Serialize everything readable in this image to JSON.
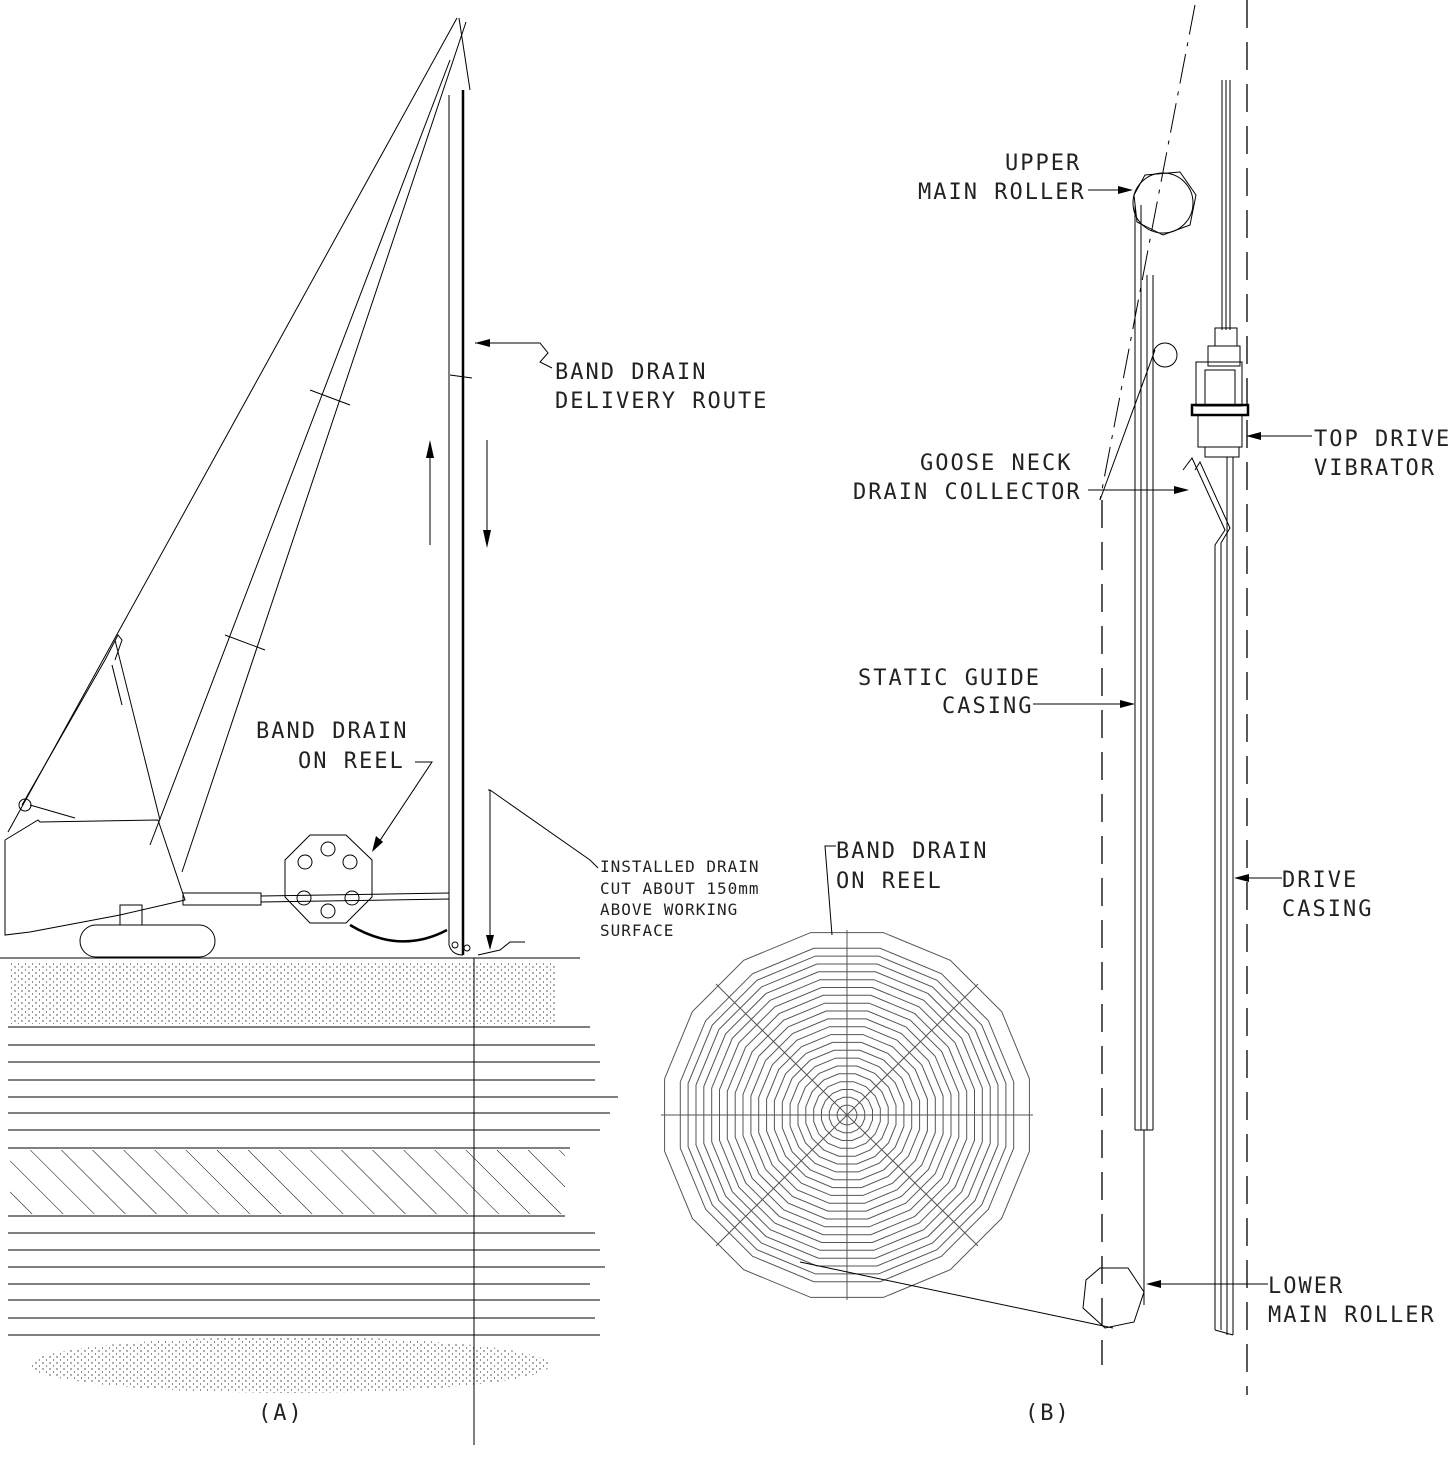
{
  "figure_a": {
    "caption": "(A)",
    "delivery_route_label": [
      "BAND DRAIN",
      "DELIVERY ROUTE"
    ],
    "reel_label": [
      "BAND DRAIN",
      "ON REEL"
    ],
    "installed_drain_label": [
      "INSTALLED DRAIN",
      "CUT ABOUT 150mm",
      "ABOVE WORKING",
      "SURFACE"
    ]
  },
  "figure_b": {
    "caption": "(B)",
    "upper_roller_label": [
      "UPPER",
      "MAIN ROLLER"
    ],
    "vibrator_label": [
      "TOP DRIVE",
      "VIBRATOR"
    ],
    "goose_neck_label": [
      "GOOSE NECK",
      "DRAIN COLLECTOR"
    ],
    "guide_casing_label": [
      "STATIC GUIDE",
      "CASING"
    ],
    "drive_casing_label": [
      "DRIVE",
      "CASING"
    ],
    "lower_roller_label": [
      "LOWER",
      "MAIN ROLLER"
    ],
    "reel_label": [
      "BAND DRAIN",
      "ON REEL"
    ]
  }
}
